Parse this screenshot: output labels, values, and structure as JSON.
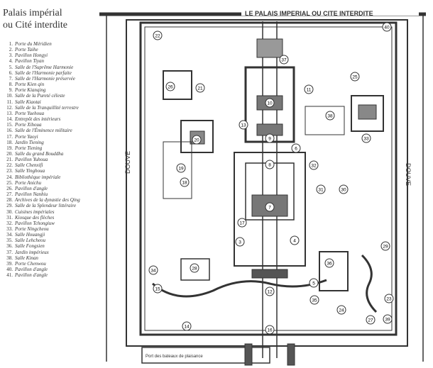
{
  "title": {
    "line1": "Palais impérial",
    "line2": "ou Cité interdite"
  },
  "legend": [
    {
      "n": "1.",
      "label": "Porte du Méridien"
    },
    {
      "n": "2.",
      "label": "Porte Taihe"
    },
    {
      "n": "3.",
      "label": "Pavillon Hongyi"
    },
    {
      "n": "4.",
      "label": "Pavillon Tiyan"
    },
    {
      "n": "5.",
      "label": "Salle de l'Suprême Harmonie"
    },
    {
      "n": "6.",
      "label": "Salle de l'Harmonie parfaite"
    },
    {
      "n": "7.",
      "label": "Salle de l'Harmonie préservée"
    },
    {
      "n": "8.",
      "label": "Porte Kien qin"
    },
    {
      "n": "9.",
      "label": "Porte Kianqing"
    },
    {
      "n": "10.",
      "label": "Salle de la Pureté céleste"
    },
    {
      "n": "11.",
      "label": "Salle Kiaotai"
    },
    {
      "n": "12.",
      "label": "Salle de la Tranquillité terrestre"
    },
    {
      "n": "13.",
      "label": "Porte Yuehoua"
    },
    {
      "n": "14.",
      "label": "Entrepôt des intérieurs"
    },
    {
      "n": "15.",
      "label": "Porte Xihoua"
    },
    {
      "n": "16.",
      "label": "Salle de l'Éminence militaire"
    },
    {
      "n": "17.",
      "label": "Porte Yaoyi"
    },
    {
      "n": "18.",
      "label": "Jardin Tiening"
    },
    {
      "n": "19.",
      "label": "Porte Tiening"
    },
    {
      "n": "20.",
      "label": "Salle du grand Bouddha"
    },
    {
      "n": "21.",
      "label": "Pavillon Yuhoua"
    },
    {
      "n": "22.",
      "label": "Salle Chenxifi"
    },
    {
      "n": "23.",
      "label": "Salle Yinghoua"
    },
    {
      "n": "24.",
      "label": "Bibliothèque impériale"
    },
    {
      "n": "25.",
      "label": "Porte Anichu"
    },
    {
      "n": "26.",
      "label": "Pavillon d'angle"
    },
    {
      "n": "27.",
      "label": "Pavillon Nanhiu"
    },
    {
      "n": "28.",
      "label": "Archives de la dynastie des Qing"
    },
    {
      "n": "29.",
      "label": "Salle de la Splendeur littéraire"
    },
    {
      "n": "30.",
      "label": "Cuisines impériales"
    },
    {
      "n": "31.",
      "label": "Kiosque des flèches"
    },
    {
      "n": "32.",
      "label": "Pavillon Tchongiuw"
    },
    {
      "n": "33.",
      "label": "Porte Ningcheou"
    },
    {
      "n": "34.",
      "label": "Salle Houangji"
    },
    {
      "n": "35.",
      "label": "Salle Lehcheou"
    },
    {
      "n": "36.",
      "label": "Salle Fongsien"
    },
    {
      "n": "37.",
      "label": "Jardin impérieux"
    },
    {
      "n": "38.",
      "label": "Salle Kinan"
    },
    {
      "n": "39.",
      "label": "Porte Chenwou"
    },
    {
      "n": "40.",
      "label": "Pavillon d'angle"
    },
    {
      "n": "41.",
      "label": "Pavillon d'angle"
    }
  ],
  "map": {
    "header": "LE PALAIS IMPERIAL OU CITE INTERDITE",
    "moat_left": "DOUVE",
    "moat_right": "DOUVE",
    "port": "Port des bateaux de plaisance",
    "markers": [
      "22",
      "40",
      "26",
      "21",
      "37",
      "25",
      "11",
      "10",
      "13",
      "38",
      "33",
      "9",
      "20",
      "6",
      "32",
      "19",
      "18",
      "8",
      "31",
      "30",
      "7",
      "17",
      "3",
      "4",
      "29",
      "36",
      "34",
      "28",
      "15",
      "12",
      "5",
      "35",
      "24",
      "23",
      "27",
      "39",
      "14",
      "16"
    ]
  }
}
